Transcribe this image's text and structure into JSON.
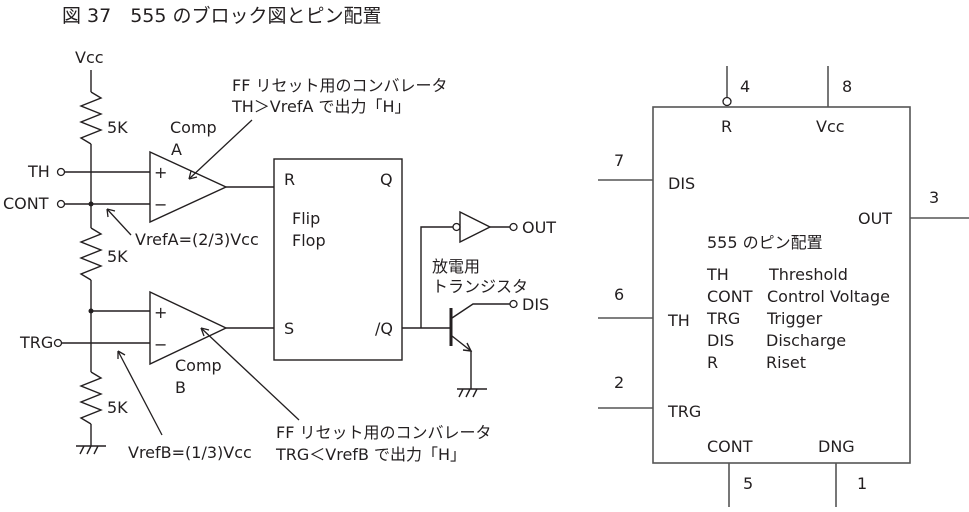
{
  "figure": {
    "title": "図 37　555 のブロック図とピン配置"
  },
  "block_diagram": {
    "vcc_label": "Vcc",
    "resistors": [
      "5K",
      "5K",
      "5K"
    ],
    "inputs": {
      "th": "TH",
      "cont": "CONT",
      "trg": "TRG"
    },
    "comp_a": {
      "line1": "Comp",
      "line2": "A",
      "plus": "+",
      "minus": "−"
    },
    "comp_b": {
      "line1": "Comp",
      "line2": "B",
      "plus": "+",
      "minus": "−"
    },
    "vref_a": "VrefA=(2/3)Vcc",
    "vref_b": "VrefB=(1/3)Vcc",
    "note_a": {
      "line1": "FF リセット用のコンバレータ",
      "line2": "TH＞VrefA で出力「H」"
    },
    "note_b": {
      "line1": "FF リセット用のコンバレータ",
      "line2": "TRG＜VrefB で出力「H」"
    },
    "flipflop": {
      "r": "R",
      "q": "Q",
      "s": "S",
      "qbar": "/Q",
      "name1": "Flip",
      "name2": "Flop"
    },
    "out_label": "OUT",
    "dis_label": "DIS",
    "transistor_note": {
      "line1": "放電用",
      "line2": "トランジスタ"
    }
  },
  "pinout": {
    "title": "555 のピン配置",
    "pins": [
      {
        "number": "4",
        "name": "R"
      },
      {
        "number": "8",
        "name": "Vcc"
      },
      {
        "number": "7",
        "name": "DIS"
      },
      {
        "number": "3",
        "name": "OUT"
      },
      {
        "number": "6",
        "name": "TH"
      },
      {
        "number": "2",
        "name": "TRG"
      },
      {
        "number": "5",
        "name": "CONT"
      },
      {
        "number": "1",
        "name": "DNG"
      }
    ],
    "legend": [
      {
        "abbr": "TH",
        "meaning": "Threshold"
      },
      {
        "abbr": "CONT",
        "meaning": "Control Voltage"
      },
      {
        "abbr": "TRG",
        "meaning": "Trigger"
      },
      {
        "abbr": "DIS",
        "meaning": "Discharge"
      },
      {
        "abbr": "R",
        "meaning": "Riset"
      }
    ]
  }
}
